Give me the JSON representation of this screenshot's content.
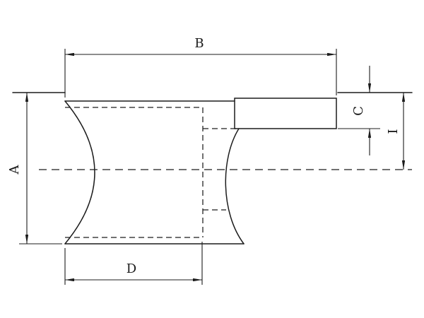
{
  "diagram": {
    "labels": {
      "A": "A",
      "B": "B",
      "C": "C",
      "D": "D",
      "I": "I"
    },
    "colors": {
      "ink": "#1c1c1c",
      "background": "#ffffff"
    }
  }
}
